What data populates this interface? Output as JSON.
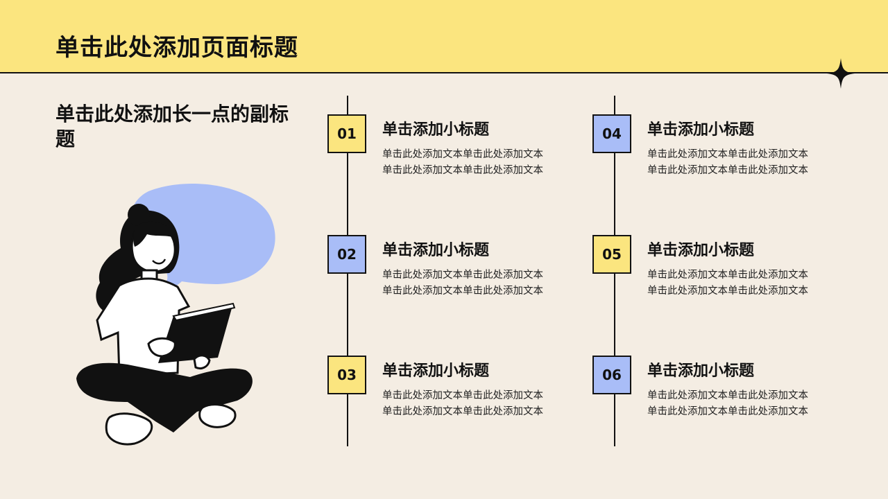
{
  "page": {
    "title": "单击此处添加页面标题",
    "subtitle": "单击此处添加长一点的副标题"
  },
  "colors": {
    "background": "#f4ede3",
    "header": "#fbe57f",
    "yellow_box": "#fbe57f",
    "blue_box": "#a9bdf7",
    "outline": "#111111"
  },
  "items": [
    {
      "number": "01",
      "title": "单击添加小标题",
      "line1": "单击此处添加文本单击此处添加文本",
      "line2": "单击此处添加文本单击此处添加文本",
      "color": "yellow"
    },
    {
      "number": "02",
      "title": "单击添加小标题",
      "line1": "单击此处添加文本单击此处添加文本",
      "line2": "单击此处添加文本单击此处添加文本",
      "color": "blue"
    },
    {
      "number": "03",
      "title": "单击添加小标题",
      "line1": "单击此处添加文本单击此处添加文本",
      "line2": "单击此处添加文本单击此处添加文本",
      "color": "yellow"
    },
    {
      "number": "04",
      "title": "单击添加小标题",
      "line1": "单击此处添加文本单击此处添加文本",
      "line2": "单击此处添加文本单击此处添加文本",
      "color": "blue"
    },
    {
      "number": "05",
      "title": "单击添加小标题",
      "line1": "单击此处添加文本单击此处添加文本",
      "line2": "单击此处添加文本单击此处添加文本",
      "color": "yellow"
    },
    {
      "number": "06",
      "title": "单击添加小标题",
      "line1": "单击此处添加文本单击此处添加文本",
      "line2": "单击此处添加文本单击此处添加文本",
      "color": "blue"
    }
  ],
  "icons": {
    "sparkle": "four-point-star-icon",
    "illustration": "woman-reading-book-illustration"
  }
}
